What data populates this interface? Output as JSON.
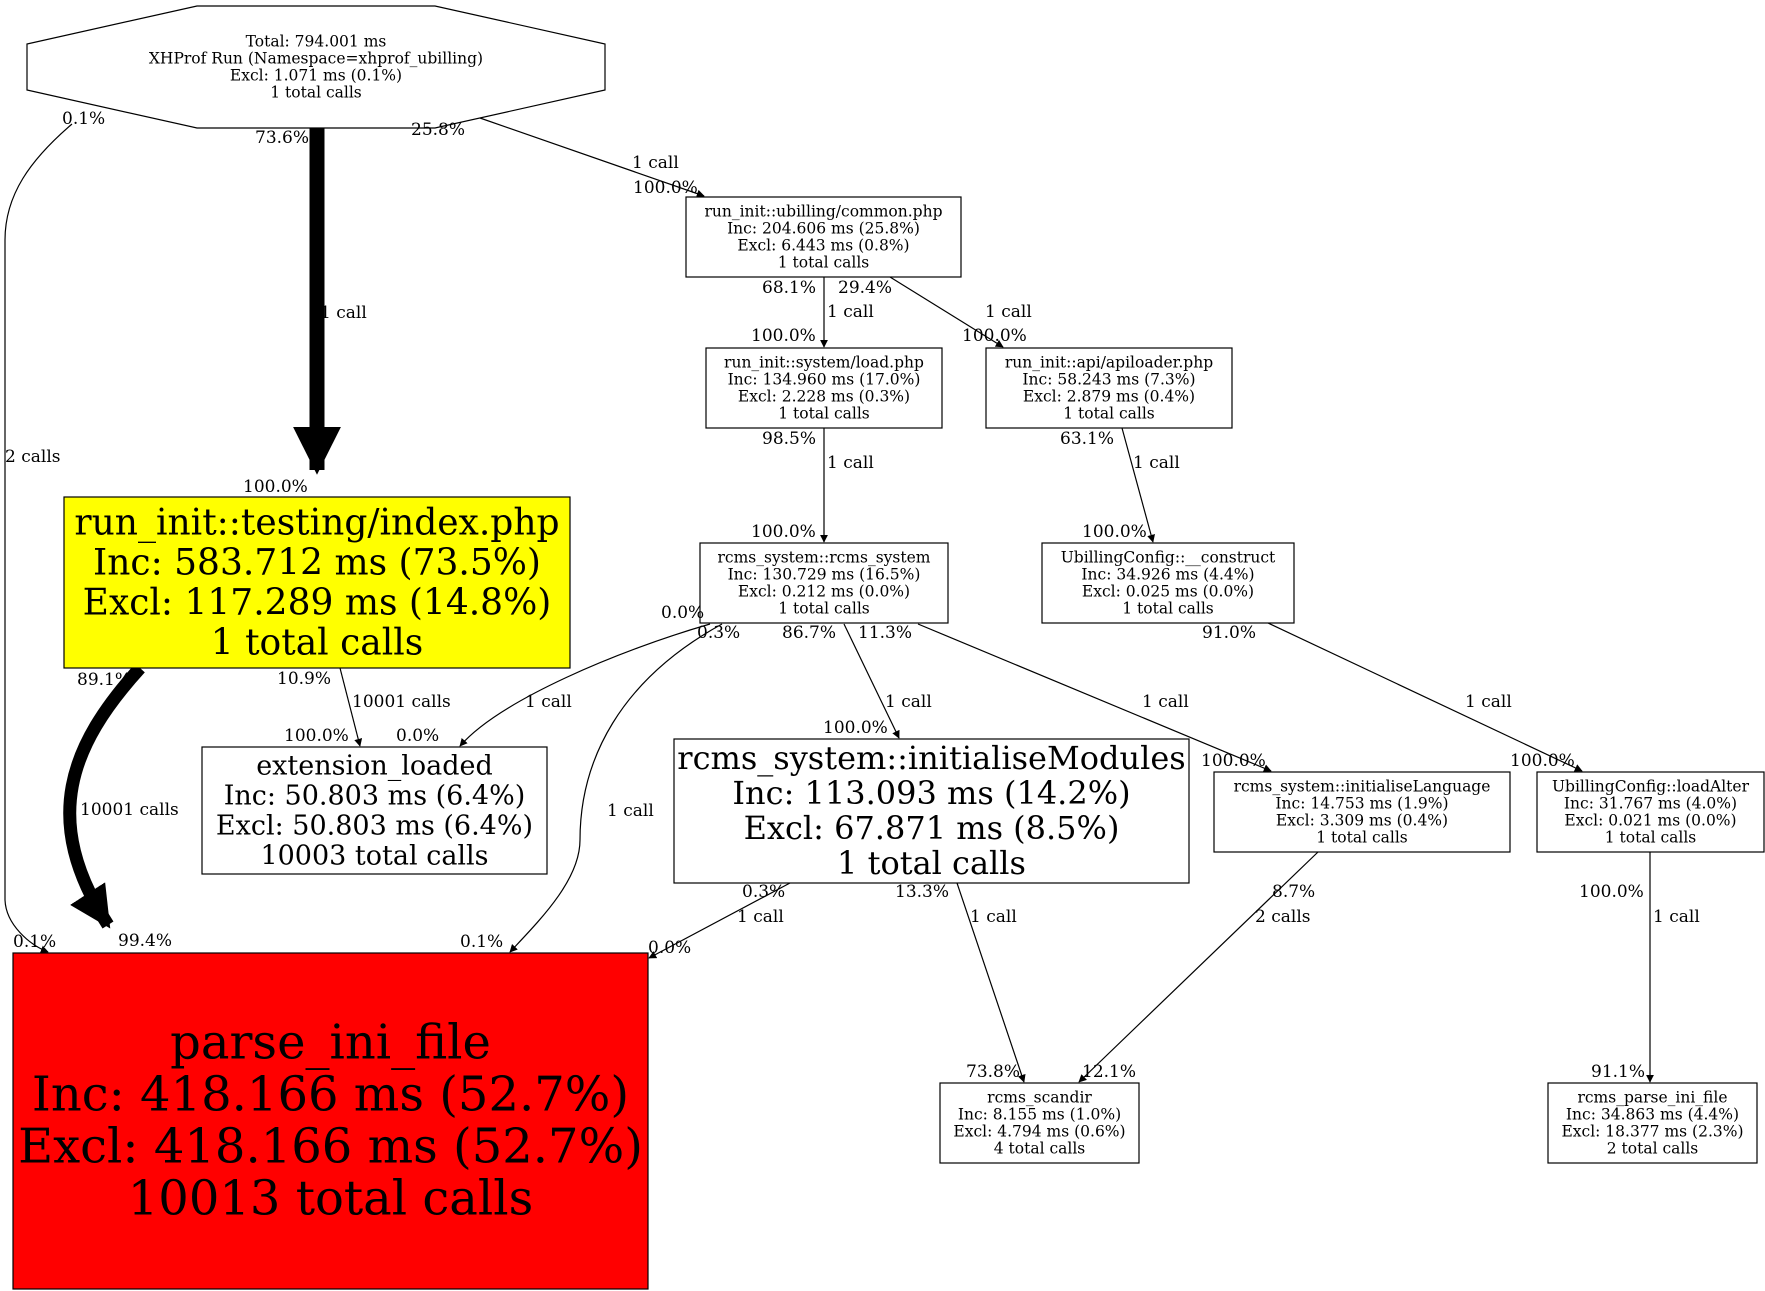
{
  "colors": {
    "background": "#ffffff",
    "stroke": "#000000",
    "hot_node": "#ff0000",
    "current_node": "#ffff00",
    "plain_node": "#ffffff"
  },
  "nodes": [
    {
      "id": "root",
      "shape": "octagon",
      "fill": "plain",
      "lines": [
        "Total: 794.001 ms",
        "XHProf Run (Namespace=xhprof_ubilling)",
        "Excl: 1.071 ms (0.1%)",
        "1 total calls"
      ]
    },
    {
      "id": "common",
      "fill": "plain",
      "lines": [
        "run_init::ubilling/common.php",
        "Inc: 204.606 ms (25.8%)",
        "Excl: 6.443 ms (0.8%)",
        "1 total calls"
      ]
    },
    {
      "id": "load",
      "fill": "plain",
      "lines": [
        "run_init::system/load.php",
        "Inc: 134.960 ms (17.0%)",
        "Excl: 2.228 ms (0.3%)",
        "1 total calls"
      ]
    },
    {
      "id": "apiloader",
      "fill": "plain",
      "lines": [
        "run_init::api/apiloader.php",
        "Inc: 58.243 ms (7.3%)",
        "Excl: 2.879 ms (0.4%)",
        "1 total calls"
      ]
    },
    {
      "id": "index",
      "fill": "current",
      "lines": [
        "run_init::testing/index.php",
        "Inc: 583.712 ms (73.5%)",
        "Excl: 117.289 ms (14.8%)",
        "1 total calls"
      ]
    },
    {
      "id": "rcms_system",
      "fill": "plain",
      "lines": [
        "rcms_system::rcms_system",
        "Inc: 130.729 ms (16.5%)",
        "Excl: 0.212 ms (0.0%)",
        "1 total calls"
      ]
    },
    {
      "id": "ubconstruct",
      "fill": "plain",
      "lines": [
        "UbillingConfig::__construct",
        "Inc: 34.926 ms (4.4%)",
        "Excl: 0.025 ms (0.0%)",
        "1 total calls"
      ]
    },
    {
      "id": "ext",
      "fill": "plain",
      "lines": [
        "extension_loaded",
        "Inc: 50.803 ms (6.4%)",
        "Excl: 50.803 ms (6.4%)",
        "10003 total calls"
      ]
    },
    {
      "id": "initmod",
      "fill": "plain",
      "lines": [
        "rcms_system::initialiseModules",
        "Inc: 113.093 ms (14.2%)",
        "Excl: 67.871 ms (8.5%)",
        "1 total calls"
      ]
    },
    {
      "id": "initlang",
      "fill": "plain",
      "lines": [
        "rcms_system::initialiseLanguage",
        "Inc: 14.753 ms (1.9%)",
        "Excl: 3.309 ms (0.4%)",
        "1 total calls"
      ]
    },
    {
      "id": "loadalter",
      "fill": "plain",
      "lines": [
        "UbillingConfig::loadAlter",
        "Inc: 31.767 ms (4.0%)",
        "Excl: 0.021 ms (0.0%)",
        "1 total calls"
      ]
    },
    {
      "id": "parse",
      "fill": "hot",
      "lines": [
        "parse_ini_file",
        "Inc: 418.166 ms (52.7%)",
        "Excl: 418.166 ms (52.7%)",
        "10013 total calls"
      ]
    },
    {
      "id": "scandir",
      "fill": "plain",
      "lines": [
        "rcms_scandir",
        "Inc: 8.155 ms (1.0%)",
        "Excl: 4.794 ms (0.6%)",
        "4 total calls"
      ]
    },
    {
      "id": "rparse",
      "fill": "plain",
      "lines": [
        "rcms_parse_ini_file",
        "Inc: 34.863 ms (4.4%)",
        "Excl: 18.377 ms (2.3%)",
        "2 total calls"
      ]
    }
  ],
  "edges": [
    {
      "from": "root",
      "to": "parse",
      "calls": "2 calls",
      "tail": "0.1%",
      "head": "0.1%"
    },
    {
      "from": "root",
      "to": "index",
      "calls": "1 call",
      "tail": "73.6%",
      "head": "100.0%"
    },
    {
      "from": "root",
      "to": "common",
      "calls": "1 call",
      "tail": "25.8%",
      "head": "100.0%"
    },
    {
      "from": "common",
      "to": "load",
      "calls": "1 call",
      "tail": "68.1%",
      "head": "100.0%"
    },
    {
      "from": "common",
      "to": "apiloader",
      "calls": "1 call",
      "tail": "29.4%",
      "head": "100.0%"
    },
    {
      "from": "load",
      "to": "rcms_system",
      "calls": "1 call",
      "tail": "98.5%",
      "head": "100.0%"
    },
    {
      "from": "apiloader",
      "to": "ubconstruct",
      "calls": "1 call",
      "tail": "63.1%",
      "head": "100.0%"
    },
    {
      "from": "index",
      "to": "parse",
      "calls": "10001 calls",
      "tail": "89.1%",
      "head": "99.4%"
    },
    {
      "from": "index",
      "to": "ext",
      "calls": "10001 calls",
      "tail": "10.9%",
      "head": "100.0%"
    },
    {
      "from": "rcms_system",
      "to": "ext",
      "calls": "1 call",
      "tail": "0.0%",
      "head": "0.0%"
    },
    {
      "from": "rcms_system",
      "to": "parse",
      "calls": "1 call",
      "tail": "0.3%",
      "head": "0.1%"
    },
    {
      "from": "rcms_system",
      "to": "initmod",
      "calls": "1 call",
      "tail": "86.7%",
      "head": "100.0%"
    },
    {
      "from": "rcms_system",
      "to": "initlang",
      "calls": "1 call",
      "tail": "11.3%",
      "head": "100.0%"
    },
    {
      "from": "ubconstruct",
      "to": "loadalter",
      "calls": "1 call",
      "tail": "91.0%",
      "head": "100.0%"
    },
    {
      "from": "initmod",
      "to": "parse",
      "calls": "1 call",
      "tail": "0.3%",
      "head": "0.0%"
    },
    {
      "from": "initmod",
      "to": "scandir",
      "calls": "1 call",
      "tail": "13.3%",
      "head": "73.8%"
    },
    {
      "from": "initlang",
      "to": "scandir",
      "calls": "2 calls",
      "tail": "8.7%",
      "head": "12.1%"
    },
    {
      "from": "loadalter",
      "to": "rparse",
      "calls": "1 call",
      "tail": "100.0%",
      "head": "91.1%"
    }
  ]
}
